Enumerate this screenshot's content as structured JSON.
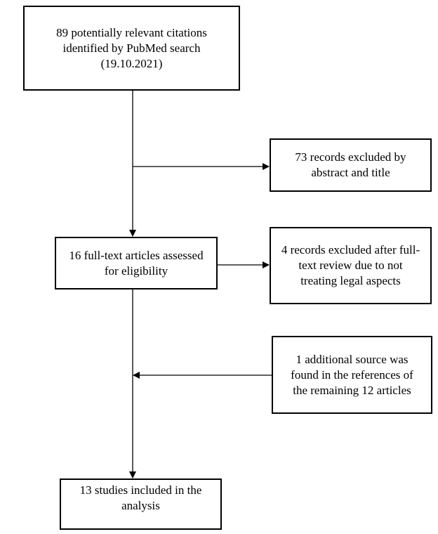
{
  "flowchart": {
    "boxes": {
      "search": "89 potentially relevant citations\nidentified by PubMed search\n(19.10.2021)",
      "excluded_abstract": "73 records excluded by\nabstract and title",
      "fulltext_assessed": "16 full-text articles assessed\nfor eligibility",
      "excluded_fulltext": "4 records excluded after full-\ntext review due to not\ntreating legal aspects",
      "additional_source": "1 additional source was\nfound in the references of\nthe remaining 12 articles",
      "included": "13 studies included in the\nanalysis"
    }
  }
}
